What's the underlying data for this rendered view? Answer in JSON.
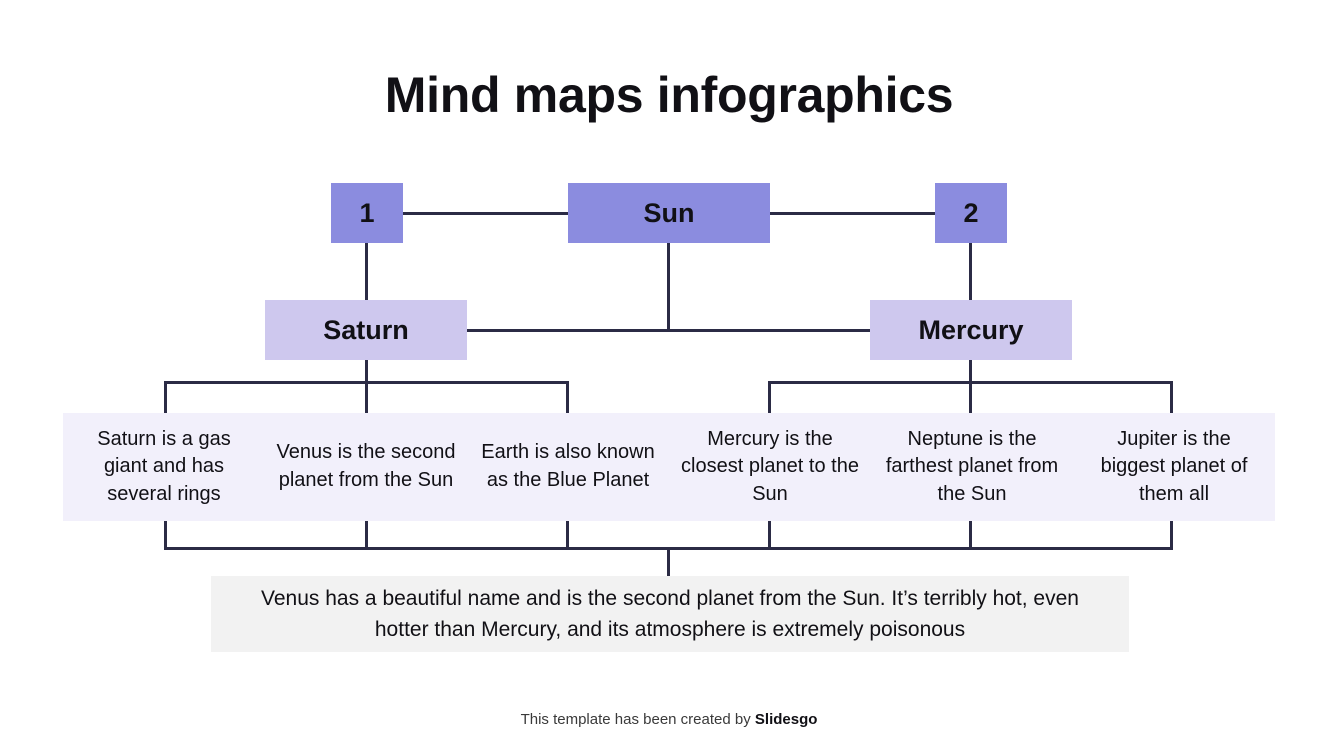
{
  "title": "Mind maps infographics",
  "nodes": {
    "left_number": "1",
    "center": "Sun",
    "right_number": "2",
    "branch_left": "Saturn",
    "branch_right": "Mercury"
  },
  "details": [
    {
      "text": "Saturn is a gas giant and has several rings"
    },
    {
      "text": "Venus is the second planet from the Sun"
    },
    {
      "text": "Earth is also known as the Blue Planet"
    },
    {
      "text": "Mercury is the closest planet to the Sun"
    },
    {
      "text": "Neptune is the farthest planet from the Sun"
    },
    {
      "text": "Jupiter is the biggest planet of them all"
    }
  ],
  "summary": "Venus has a beautiful name and is the second planet from the Sun. It’s terribly hot, even hotter than Mercury, and its atmosphere is extremely poisonous",
  "footer": {
    "prefix": "This template has been created by ",
    "brand": "Slidesgo"
  },
  "colors": {
    "level1": "#8b8cdf",
    "level2": "#cec8ee",
    "level3": "#f2f0fb",
    "summary": "#f2f2f2",
    "connector": "#2b2b45",
    "text": "#111015",
    "background": "#ffffff"
  }
}
